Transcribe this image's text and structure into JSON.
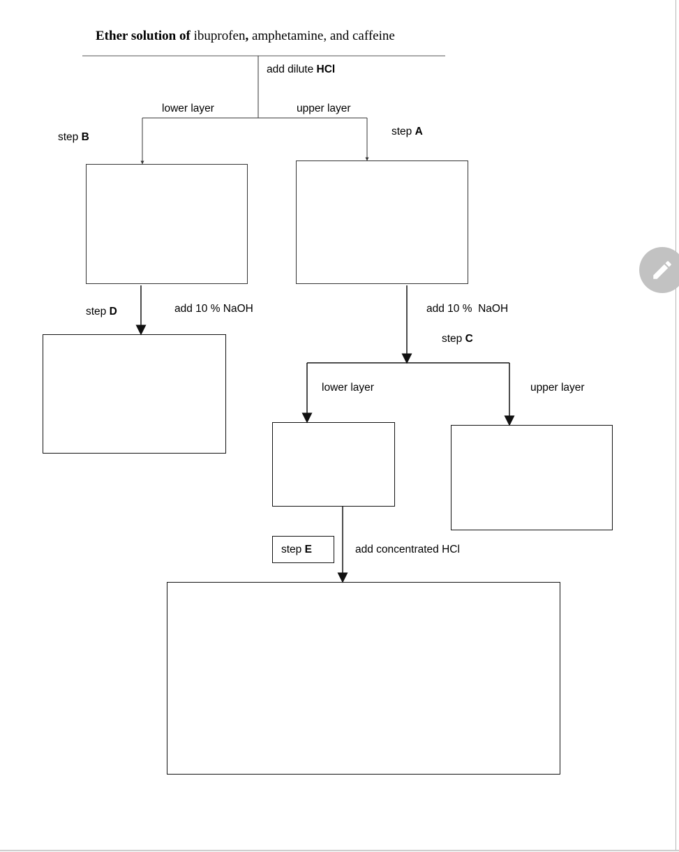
{
  "title": {
    "bold_part": "Ether solution of",
    "rest_1": " ibuprofen",
    "comma_bold": ",",
    "rest_2": " amphetamine, and caffeine"
  },
  "labels": {
    "add_dilute": "add dilute ",
    "hcl_bold": "HCl",
    "lower_layer_1": "lower layer",
    "upper_layer_1": "upper layer",
    "step_word": "step ",
    "step_a": "A",
    "step_b": "B",
    "step_c": "C",
    "step_d": "D",
    "step_e": "E",
    "add_naoh_left": "add 10 % NaOH",
    "add_naoh_right": "add 10 %  NaOH",
    "lower_layer_2": "lower layer",
    "upper_layer_2": "upper layer",
    "add_conc_hcl": "add concentrated HCl"
  },
  "icons": {
    "edit": "pencil-icon"
  },
  "colors": {
    "line": "#333333",
    "fab": "#c2c2c2"
  }
}
